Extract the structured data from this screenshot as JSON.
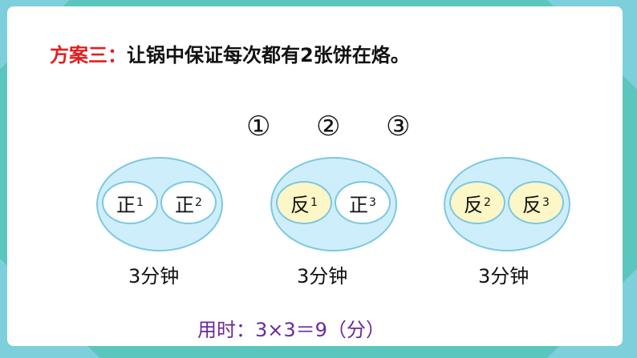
{
  "heading": {
    "lead": "方案三：",
    "text": "让锅中保证每次都有2张饼在烙。"
  },
  "steps": [
    "①",
    "②",
    "③"
  ],
  "groups": [
    {
      "items": [
        {
          "side": "正",
          "num": "1",
          "state": "front"
        },
        {
          "side": "正",
          "num": "2",
          "state": "front"
        }
      ],
      "duration": "3分钟"
    },
    {
      "items": [
        {
          "side": "反",
          "num": "1",
          "state": "back"
        },
        {
          "side": "正",
          "num": "3",
          "state": "front"
        }
      ],
      "duration": "3分钟"
    },
    {
      "items": [
        {
          "side": "反",
          "num": "2",
          "state": "back"
        },
        {
          "side": "反",
          "num": "3",
          "state": "back"
        }
      ],
      "duration": "3分钟"
    }
  ],
  "total": "用时：3×3＝9（分）",
  "colors": {
    "heading_lead": "#e02020",
    "total_text": "#6a2a9c",
    "pan_fill": "#cfeefb",
    "pan_border": "#7cc8e0",
    "front_fill": "#ffffff",
    "back_fill": "#fdf6c6",
    "frame": "#5bc6bd"
  }
}
